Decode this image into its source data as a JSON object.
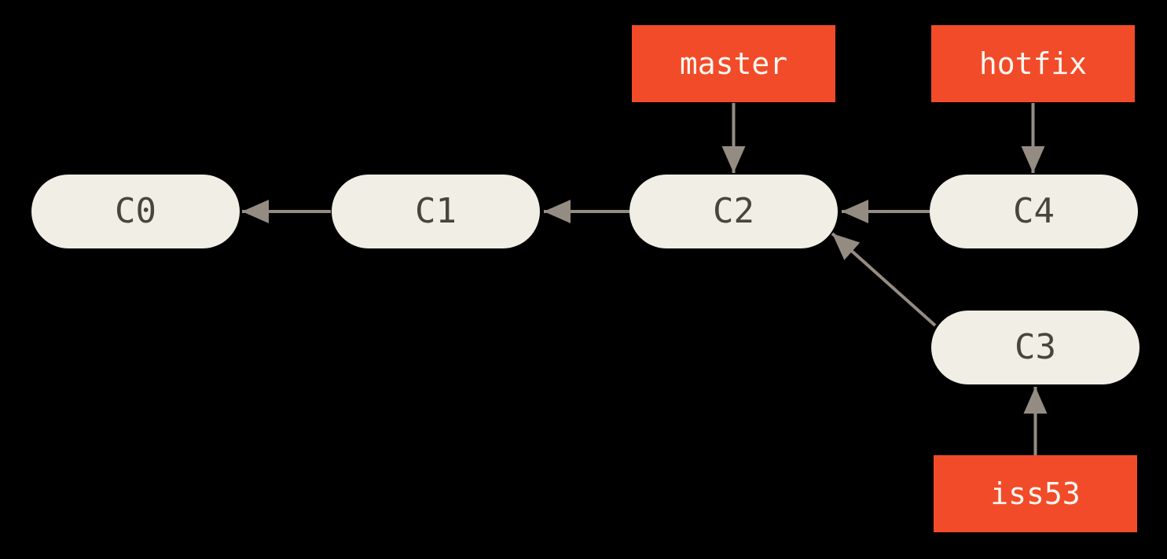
{
  "diagram": {
    "type": "git-commit-graph",
    "description": "Git history with branch pointers: master at C2, hotfix at C4, iss53 at C3"
  },
  "colors": {
    "background": "#000000",
    "node_fill": "#F0EEE5",
    "node_text": "#4A443C",
    "branch_fill": "#F24B29",
    "branch_text": "#FAF7F0",
    "arrow": "#948C82"
  },
  "nodes": [
    {
      "id": "c0",
      "label": "C0"
    },
    {
      "id": "c1",
      "label": "C1"
    },
    {
      "id": "c2",
      "label": "C2"
    },
    {
      "id": "c4",
      "label": "C4"
    },
    {
      "id": "c3",
      "label": "C3"
    }
  ],
  "branches": [
    {
      "label": "master",
      "points_to": "C2"
    },
    {
      "label": "hotfix",
      "points_to": "C4"
    },
    {
      "label": "iss53",
      "points_to": "C3"
    }
  ],
  "edges": [
    {
      "from": "C1",
      "to": "C0",
      "kind": "parent"
    },
    {
      "from": "C2",
      "to": "C1",
      "kind": "parent"
    },
    {
      "from": "C4",
      "to": "C2",
      "kind": "parent"
    },
    {
      "from": "C3",
      "to": "C2",
      "kind": "parent"
    },
    {
      "from": "master",
      "to": "C2",
      "kind": "branch-pointer"
    },
    {
      "from": "hotfix",
      "to": "C4",
      "kind": "branch-pointer"
    },
    {
      "from": "iss53",
      "to": "C3",
      "kind": "branch-pointer"
    }
  ]
}
